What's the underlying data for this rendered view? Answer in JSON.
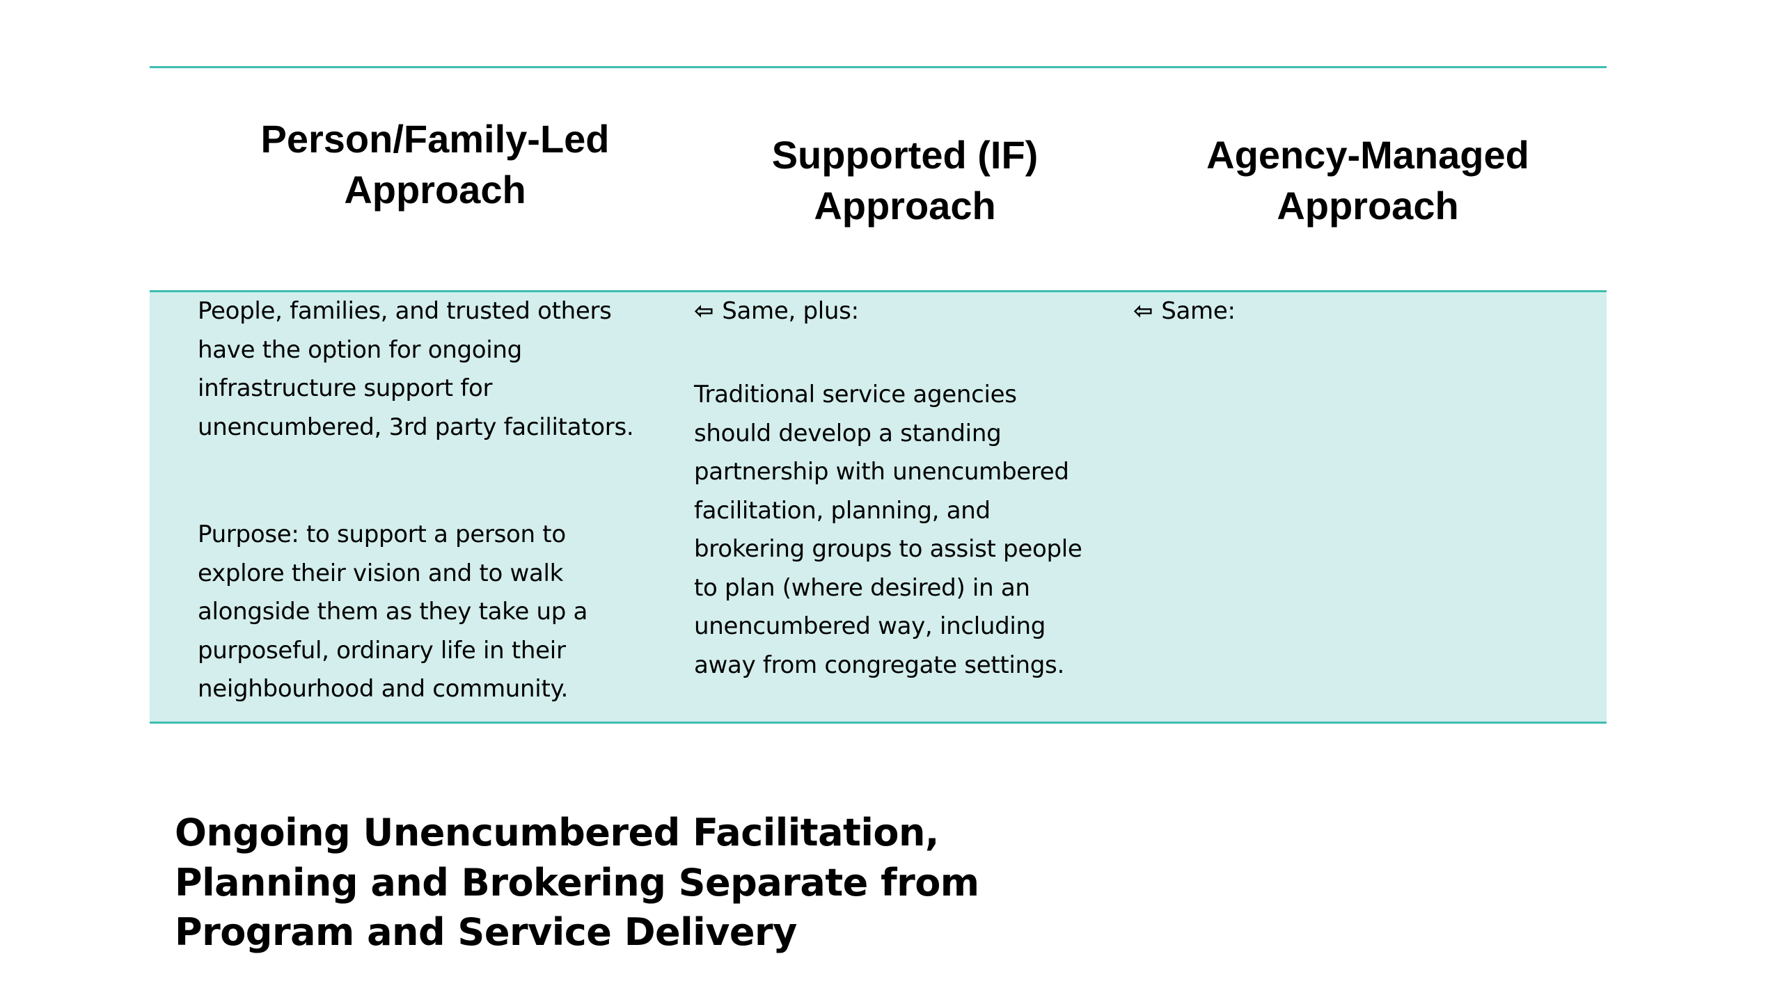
{
  "columns": [
    {
      "heading": "Person/Family-Led\nApproach",
      "paragraphs": [
        "People, families, and trusted others\nhave the option for ongoing\ninfrastructure support for\nunencumbered, 3rd party facilitators.",
        "Purpose: to support a person to\nexplore their vision and to walk\nalongside them as they take up a\npurposeful, ordinary life in their\nneighbourhood and community."
      ]
    },
    {
      "heading": "Supported (IF)\nApproach",
      "lead_icon": "⇦",
      "lead": "Same, plus:",
      "paragraphs": [
        "Traditional service agencies\nshould develop a standing\npartnership with unencumbered\nfacilitation, planning, and\nbrokering groups to assist people\nto plan (where desired) in an\nunencumbered way, including\naway from congregate settings."
      ]
    },
    {
      "heading": "Agency-Managed\nApproach",
      "lead_icon": "⇦",
      "lead": "Same:"
    }
  ],
  "footer_title": "Ongoing Unencumbered Facilitation,\nPlanning and Brokering  Separate from\nProgram and Service Delivery",
  "colors": {
    "accent_rule": "#3fbdb0",
    "band_fill": "#d3eeec"
  },
  "icons": {
    "lead_arrow": "back-arrow-icon"
  }
}
